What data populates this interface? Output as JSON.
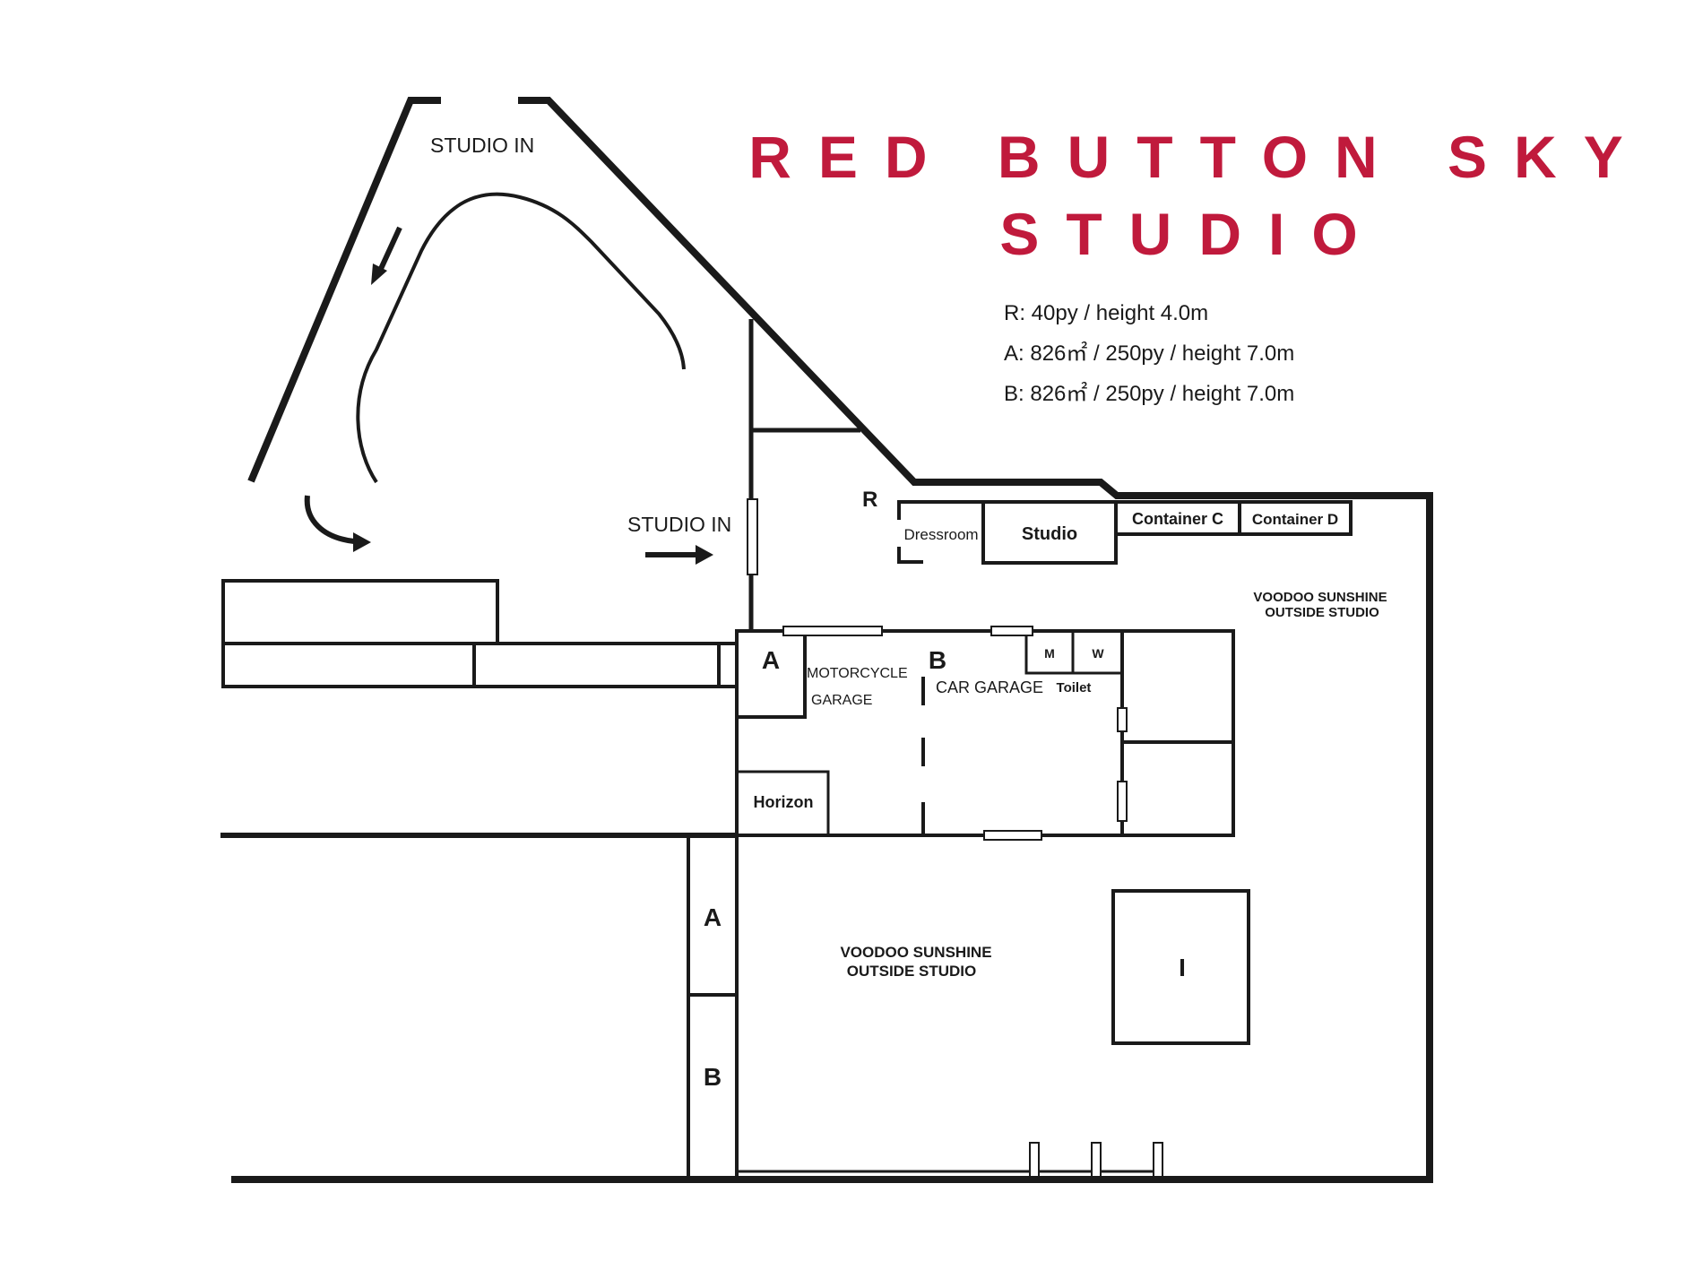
{
  "title": {
    "line1": "RED BUTTON SKY",
    "line2": "STUDIO",
    "color": "#c01a3c"
  },
  "specs": [
    "R: 40py / height 4.0m",
    "A: 826㎡ / 250py / height 7.0m",
    "B: 826㎡ / 250py / height 7.0m"
  ],
  "labels": {
    "studio_in_top": "STUDIO IN",
    "studio_in_mid": "STUDIO IN",
    "r": "R",
    "dressroom": "Dressroom",
    "studio": "Studio",
    "container_c": "Container C",
    "container_d": "Container D",
    "voodoo_right_1": "VOODOO SUNSHINE",
    "voodoo_right_2": "OUTSIDE STUDIO",
    "a_upper": "A",
    "motorcycle": "MOTORCYCLE",
    "garage": "GARAGE",
    "b_upper": "B",
    "car_garage": "CAR GARAGE",
    "m": "M",
    "w": "W",
    "toilet": "Toilet",
    "horizon": "Horizon",
    "a_lower": "A",
    "b_lower": "B",
    "voodoo_center_1": "VOODOO SUNSHINE",
    "voodoo_center_2": "OUTSIDE STUDIO",
    "i": "I"
  },
  "icons": [
    "arrow-down-left-icon",
    "curved-arrow-icon",
    "arrow-right-icon"
  ]
}
